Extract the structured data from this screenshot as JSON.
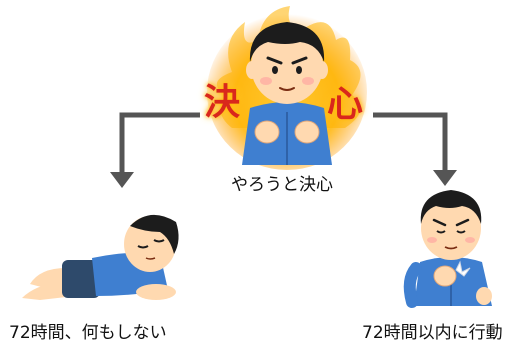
{
  "center": {
    "label": "やろうと決心",
    "decision_text_left": "決",
    "decision_text_right": "心"
  },
  "left_outcome": {
    "label": "72時間、何もしない"
  },
  "right_outcome": {
    "label": "72時間以内に行動"
  },
  "colors": {
    "arrow": "#555555",
    "shirt": "#3f7fd0",
    "skin": "#ffd9b0",
    "hair": "#1c1c1c",
    "shorts": "#2e4a6b",
    "decision_red": "#d9271c",
    "flame": "#ffb300"
  }
}
